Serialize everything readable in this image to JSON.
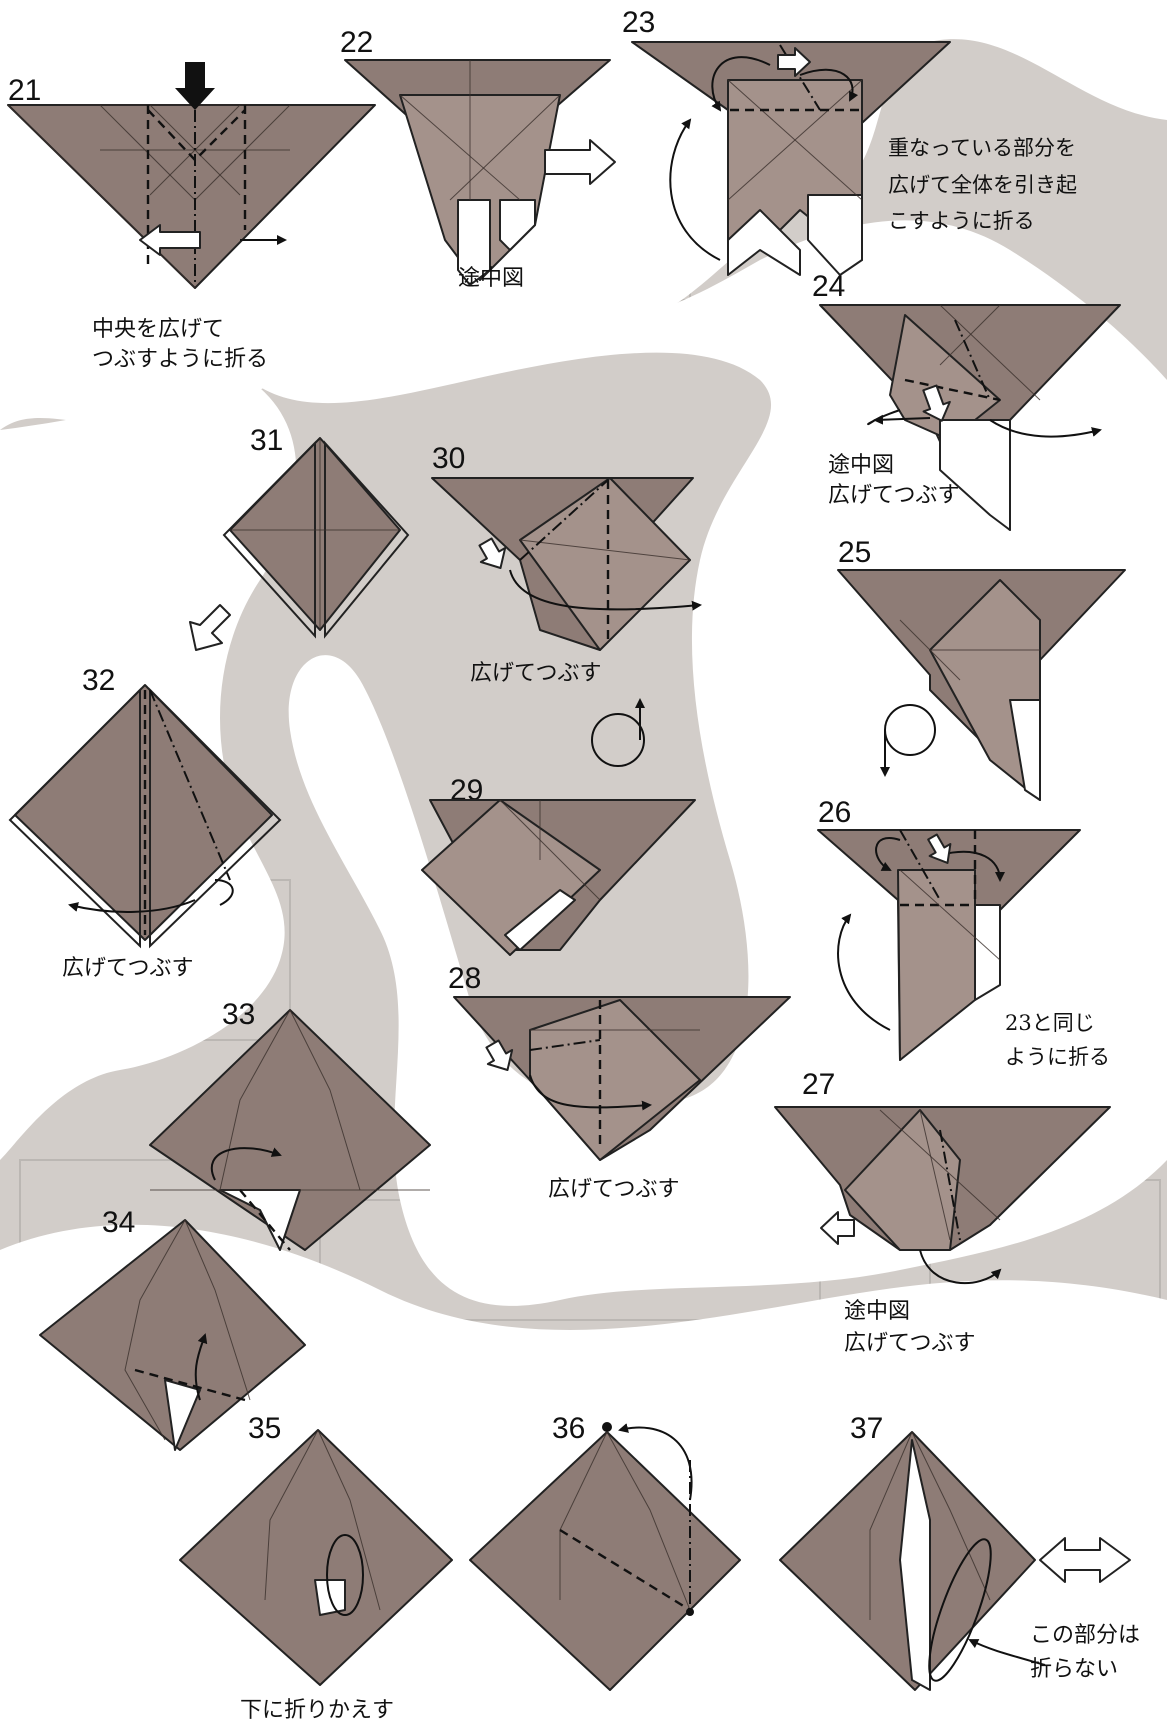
{
  "steps": [
    {
      "id": "21",
      "number": "21",
      "caption": "中央を広げて\nつぶすように折る"
    },
    {
      "id": "22",
      "number": "22",
      "caption": "途中図"
    },
    {
      "id": "23",
      "number": "23",
      "caption": "重なっている部分を\n広げて全体を引き起\nこすように折る"
    },
    {
      "id": "24",
      "number": "24",
      "caption": "途中図\n広げてつぶす"
    },
    {
      "id": "25",
      "number": "25",
      "caption": ""
    },
    {
      "id": "26",
      "number": "26",
      "caption": "23と同じ\nように折る"
    },
    {
      "id": "27",
      "number": "27",
      "caption": "途中図\n広げてつぶす"
    },
    {
      "id": "28",
      "number": "28",
      "caption": "広げてつぶす"
    },
    {
      "id": "29",
      "number": "29",
      "caption": ""
    },
    {
      "id": "30",
      "number": "30",
      "caption": "広げてつぶす"
    },
    {
      "id": "31",
      "number": "31",
      "caption": ""
    },
    {
      "id": "32",
      "number": "32",
      "caption": "広げてつぶす"
    },
    {
      "id": "33",
      "number": "33",
      "caption": ""
    },
    {
      "id": "34",
      "number": "34",
      "caption": ""
    },
    {
      "id": "35",
      "number": "35",
      "caption": "下に折りかえす"
    },
    {
      "id": "36",
      "number": "36",
      "caption": ""
    },
    {
      "id": "37",
      "number": "37",
      "caption": "この部分は\n折らない"
    }
  ],
  "colors": {
    "background": "#d2cdc9",
    "panel": "#ffffff",
    "paper": "#8e7c76",
    "line": "#111111"
  }
}
